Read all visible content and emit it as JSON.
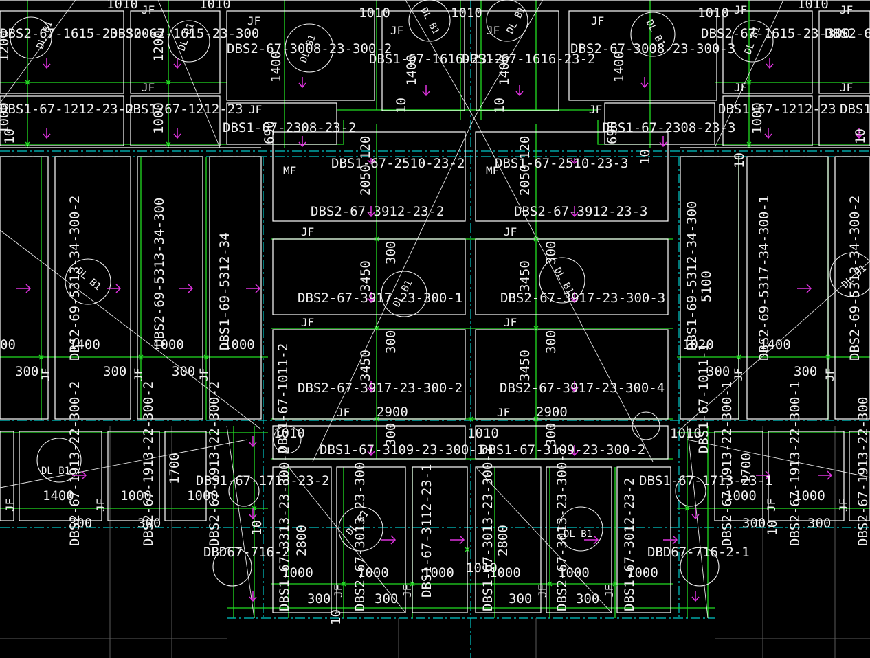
{
  "colors": {
    "background": "#000000",
    "beam_line": "#ffffff",
    "dimension_line": "#22dd22",
    "axis_line": "#00c8c8",
    "arrow": "#dd33dd",
    "text": "#f0f0f0"
  },
  "labels": {
    "dbs2_3912_2": "DBS2-67-3912-23-2",
    "dbs2_3912_3": "DBS2-67-3912-23-3",
    "dbs1_2510_2": "DBS1-67-2510-23-2",
    "dbs1_2510_3": "DBS1-67-2510-23-3",
    "dbs2_3917_1": "DBS2-67-3917-23-300-1",
    "dbs2_3917_2": "DBS2-67-3917-23-300-2",
    "dbs2_3917_3": "DBS2-67-3917-23-300-3",
    "dbs2_3917_4": "DBS2-67-3917-23-300-4",
    "dbs1_3109_1": "DBS1-67-3109-23-300-1",
    "dbs1_3109_2": "DBS1-67-3109-23-300-2",
    "dbs1_2308_2": "DBS1-67-2308-23-2",
    "dbs1_2308_3": "DBS1-67-2308-23-3",
    "dbs2_3008_2": "DBS2-67-3008-23-300-2",
    "dbs2_3008_3": "DBS2-67-3008-23-300-3",
    "dbs1_1616_2": "DBS1-67-1616-23-2",
    "dbs1_1616_3": "DBS1-67-1616-23-2",
    "dbs2_1615_l": "DBS2-67-1615-23-300",
    "dbs2_1615_r": "DBS2-67-1615-23-300",
    "dbs2_1615_ll": "DBS2-67-1615-23-300-2",
    "dbs2_edge_r": "DBS2-6",
    "dbs1_1212_l": "DBS1-67-1212-23-2",
    "dbs1_1212_m": "DBS1-67-1212-23",
    "dbs1_1212_r": "DBS1-67-1212-23",
    "dbs1_edge_r": "DBS1",
    "dbs2_5313_a": "DBS2-69-5313-34-300-2",
    "dbs2_5313_b": "DBS2-69-5313-34-300",
    "dbs1_5312_l": "DBS1-69-5312-34",
    "dbs1_5312_r": "DBS1-69-5312-34-300",
    "dbs2_5317_r": "DBS2-69-5317-34-300-1",
    "dbs2_5313_r": "DBS2-69-5313-34-300-2",
    "dbs2_1913_a": "DBS2-67-1913-22-300-2",
    "dbs2_1913_b": "DBS2-67-1913-22-300-2",
    "dbs2_1913_c": "DBS2-67-1913-22-300-1",
    "dbs2_1913_d": "DBS2-67-1913-22-300",
    "dbs1_3313": "DBS1-67-3313-23-300-2",
    "dbs2_3013": "DBS2-67-3013-23-300",
    "dbs1_3112": "DBS1-67-3112-23-1",
    "dbs1_3013": "DBS1-67-3013-23-300-2",
    "dbs2_3013b": "DBS2-67-3013-23-300-2",
    "dbs1_3012": "DBS1-67-3012-23-2",
    "dbs1_1713_l": "DBS1-67-1713-23-2",
    "dbs1_1713_r": "DBS1-67-1713-23-1",
    "dbd_l": "DBD67-716-2",
    "dbd_r": "DBD67-716-2-1",
    "dbs1_1011_l": "DBS1-67-1011-2",
    "dbs1_1011_r": "DBS1-67-1011-1",
    "jf": "JF",
    "mf": "MF",
    "dl_b1": "DL B1",
    "d_1400": "1400",
    "d_1000": "1000",
    "d_1200": "1200",
    "d_300": "300",
    "d_2900": "2900",
    "d_3450": "3450",
    "d_2050": "2050",
    "d_2800": "2800",
    "d_1700": "1700",
    "d_1020": "1020",
    "d_5100": "5100",
    "d_120": "120",
    "d_10": "10",
    "d_1010": "1010",
    "d_690": "690",
    "d_00": "00"
  }
}
